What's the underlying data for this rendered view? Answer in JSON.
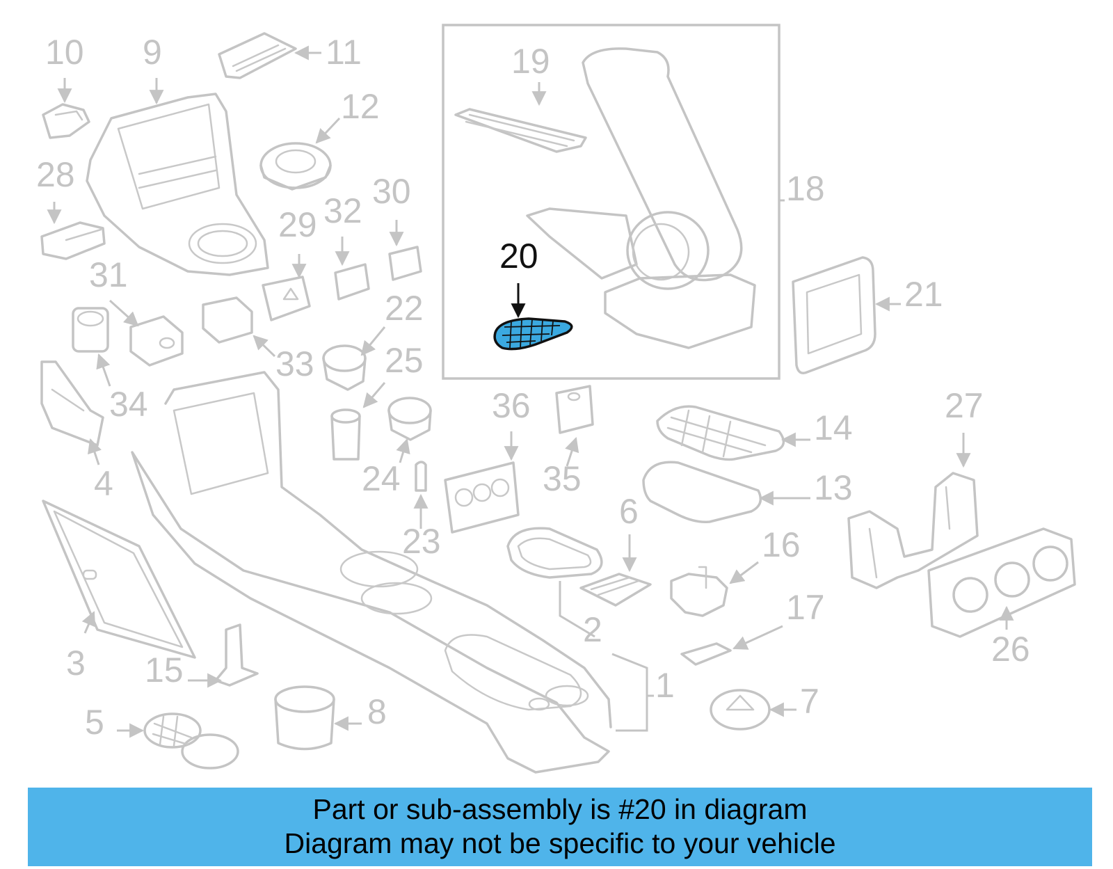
{
  "diagram": {
    "highlighted_part": "20",
    "colors": {
      "parts": "#c4c4c4",
      "highlight_fill": "#3ba9e0",
      "highlight_outline": "#111111",
      "banner": "#4fb4ea"
    },
    "callouts": [
      {
        "id": "c1",
        "label": "1"
      },
      {
        "id": "c2",
        "label": "2"
      },
      {
        "id": "c3",
        "label": "3"
      },
      {
        "id": "c4",
        "label": "4"
      },
      {
        "id": "c5",
        "label": "5"
      },
      {
        "id": "c6",
        "label": "6"
      },
      {
        "id": "c7",
        "label": "7"
      },
      {
        "id": "c8",
        "label": "8"
      },
      {
        "id": "c9",
        "label": "9"
      },
      {
        "id": "c10",
        "label": "10"
      },
      {
        "id": "c11",
        "label": "11"
      },
      {
        "id": "c12",
        "label": "12"
      },
      {
        "id": "c13",
        "label": "13"
      },
      {
        "id": "c14",
        "label": "14"
      },
      {
        "id": "c15",
        "label": "15"
      },
      {
        "id": "c16",
        "label": "16"
      },
      {
        "id": "c17",
        "label": "17"
      },
      {
        "id": "c18",
        "label": "18"
      },
      {
        "id": "c19",
        "label": "19"
      },
      {
        "id": "c20",
        "label": "20"
      },
      {
        "id": "c21",
        "label": "21"
      },
      {
        "id": "c22",
        "label": "22"
      },
      {
        "id": "c23",
        "label": "23"
      },
      {
        "id": "c24",
        "label": "24"
      },
      {
        "id": "c25",
        "label": "25"
      },
      {
        "id": "c26",
        "label": "26"
      },
      {
        "id": "c27",
        "label": "27"
      },
      {
        "id": "c28",
        "label": "28"
      },
      {
        "id": "c29",
        "label": "29"
      },
      {
        "id": "c30",
        "label": "30"
      },
      {
        "id": "c31",
        "label": "31"
      },
      {
        "id": "c32",
        "label": "32"
      },
      {
        "id": "c33",
        "label": "33"
      },
      {
        "id": "c34",
        "label": "34"
      },
      {
        "id": "c35",
        "label": "35"
      },
      {
        "id": "c36",
        "label": "36"
      }
    ]
  },
  "banner": {
    "line1": "Part or sub-assembly is #20 in diagram",
    "line2": "Diagram may not be specific to your vehicle"
  }
}
